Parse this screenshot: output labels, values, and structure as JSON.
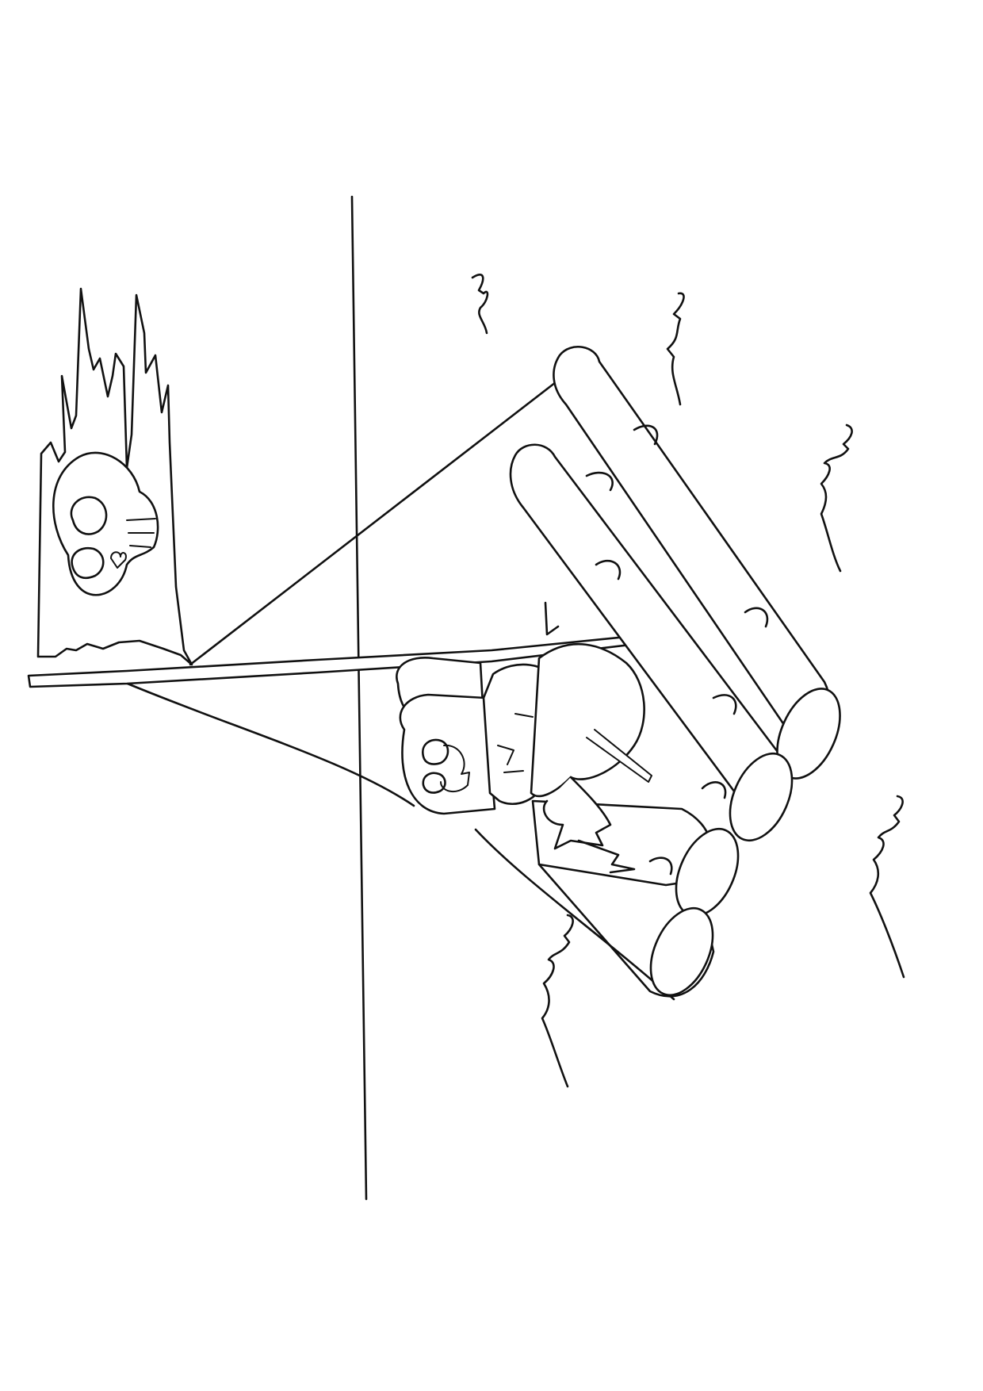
{
  "scene": {
    "kind": "coloring-page",
    "subject": "castaway-on-raft",
    "colors": {
      "line": "#111111",
      "background": "#ffffff"
    },
    "elements": [
      "horizon-line",
      "pirate-flag",
      "skull-emblem",
      "sail",
      "mast",
      "raft-logs",
      "castaway",
      "water-waves"
    ]
  }
}
